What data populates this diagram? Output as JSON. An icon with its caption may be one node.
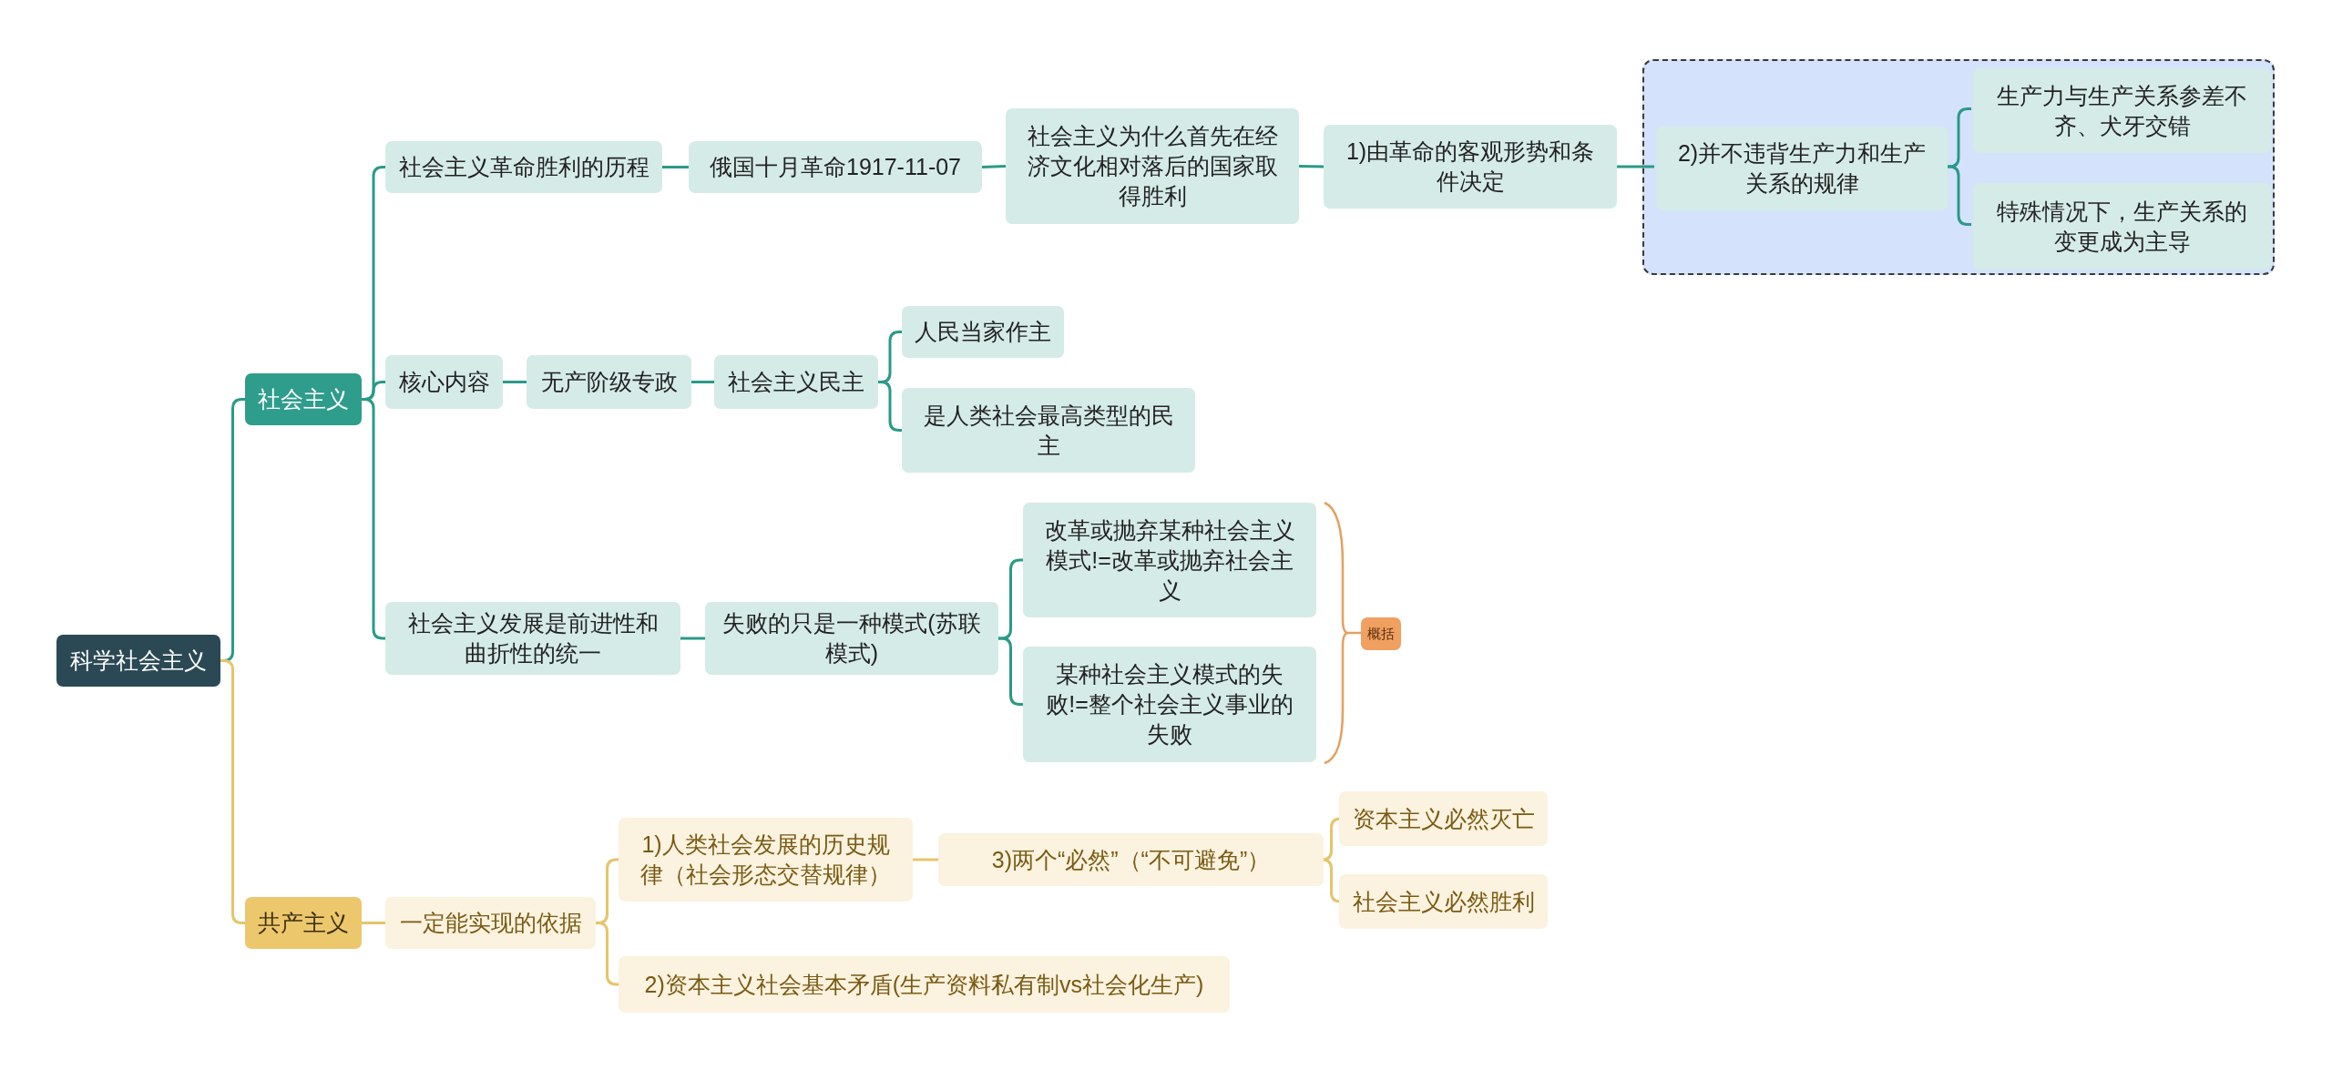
{
  "diagram": {
    "nodes": [
      {
        "text": [
          "科学社会主义"
        ]
      },
      {
        "text": [
          "社会主义"
        ]
      },
      {
        "text": [
          "社会主义革命胜利的历程"
        ]
      },
      {
        "text": [
          "俄国十月革命1917-11-07"
        ]
      },
      {
        "text": [
          "社会主义为什么首先在经济文化相对落后的国家取得胜利"
        ]
      },
      {
        "text": [
          "1)由革命的客观形势和条件决定"
        ]
      },
      {
        "text": [],
        "shape": "box"
      },
      {
        "text": [
          "2)并不违背生产力和生产关系的规律"
        ],
        "in": 6
      },
      {
        "text": [
          "生产力与生产关系参差不齐、犬牙交错"
        ],
        "in": 6
      },
      {
        "text": [
          "特殊情况下，生产关系的变更成为主导"
        ],
        "in": 6
      },
      {
        "text": [
          "核心内容"
        ]
      },
      {
        "text": [
          "无产阶级专政"
        ]
      },
      {
        "text": [
          "社会主义民主"
        ]
      },
      {
        "text": [
          "人民当家作主"
        ]
      },
      {
        "text": [
          "是人类社会最高类型的民主"
        ]
      },
      {
        "text": [
          "社会主义发展是前进性和曲折性的统一"
        ]
      },
      {
        "text": [
          "失败的只是一种模式(苏联模式)"
        ]
      },
      {
        "text": [
          "改革或抛弃某种社会主义模式!=改革或抛弃社会主义"
        ]
      },
      {
        "text": [
          "某种社会主义模式的失败!=整个社会主义事业的失败"
        ]
      },
      {
        "text": [
          "概括"
        ]
      },
      {
        "text": [
          "共产主义"
        ]
      },
      {
        "text": [
          "一定能实现的依据"
        ]
      },
      {
        "text": [
          "1)人类社会发展的历史规律（社会形态交替规律）"
        ]
      },
      {
        "text": [
          "3)两个“必然”（“不可避免”）"
        ]
      },
      {
        "text": [
          "资本主义必然灭亡"
        ]
      },
      {
        "text": [
          "社会主义必然胜利"
        ]
      },
      {
        "text": [
          "2)资本主义社会基本矛盾(生产资料私有制vs社会化生产)"
        ]
      }
    ],
    "edges": [
      {
        "from": 0,
        "to": 1,
        "arrow": "none"
      },
      {
        "from": 0,
        "to": 20,
        "arrow": "none",
        "color": "#e6c46a"
      },
      {
        "from": 1,
        "to": 2,
        "arrow": "none"
      },
      {
        "from": 1,
        "to": 10,
        "arrow": "none"
      },
      {
        "from": 1,
        "to": 15,
        "arrow": "none"
      },
      {
        "from": 2,
        "to": 3,
        "arrow": "none"
      },
      {
        "from": 3,
        "to": 4,
        "arrow": "none"
      },
      {
        "from": 4,
        "to": 5,
        "arrow": "none"
      },
      {
        "from": 5,
        "to": 7,
        "arrow": "none"
      },
      {
        "from": 7,
        "to": 8,
        "arrow": "none"
      },
      {
        "from": 7,
        "to": 9,
        "arrow": "none"
      },
      {
        "from": 10,
        "to": 11,
        "arrow": "none"
      },
      {
        "from": 11,
        "to": 12,
        "arrow": "none"
      },
      {
        "from": 12,
        "to": 13,
        "arrow": "none"
      },
      {
        "from": 12,
        "to": 14,
        "arrow": "none"
      },
      {
        "from": 15,
        "to": 16,
        "arrow": "none"
      },
      {
        "from": 16,
        "to": 17,
        "arrow": "none"
      },
      {
        "from": 16,
        "to": 18,
        "arrow": "none"
      },
      {
        "from": 20,
        "to": 21,
        "arrow": "none",
        "color": "#e6c46a"
      },
      {
        "from": 21,
        "to": 22,
        "arrow": "none",
        "color": "#e6c46a"
      },
      {
        "from": 21,
        "to": 26,
        "arrow": "none",
        "color": "#e6c46a"
      },
      {
        "from": 22,
        "to": 23,
        "arrow": "none",
        "color": "#e6c46a"
      },
      {
        "from": 23,
        "to": 24,
        "arrow": "none",
        "color": "#e6c46a"
      },
      {
        "from": 23,
        "to": 25,
        "arrow": "none",
        "color": "#e6c46a"
      }
    ]
  }
}
